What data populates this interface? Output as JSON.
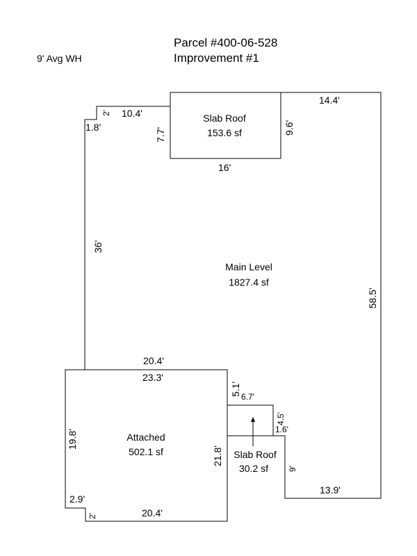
{
  "header": {
    "parcel": "Parcel #400-06-528",
    "improvement": "Improvement #1",
    "wall_height": "9' Avg WH"
  },
  "areas": {
    "slab_roof_top": {
      "name": "Slab Roof",
      "area": "153.6 sf"
    },
    "main_level": {
      "name": "Main Level",
      "area": "1827.4 sf"
    },
    "attached": {
      "name": "Attached",
      "area": "502.1 sf"
    },
    "slab_roof_small": {
      "name": "Slab Roof",
      "area": "30.2 sf"
    }
  },
  "dimensions": {
    "d_2_top": "2'",
    "d_10_4": "10.4'",
    "d_1_8": "1.8'",
    "d_7_7": "7.7'",
    "d_9_6": "9.6'",
    "d_14_4": "14.4'",
    "d_16": "16'",
    "d_36": "36'",
    "d_58_5": "58.5'",
    "d_20_4_top": "20.4'",
    "d_23_3": "23.3'",
    "d_5_1": "5.1'",
    "d_6_7": "6.7'",
    "d_4_5": "4.5'",
    "d_1_6": "1.6'",
    "d_19_8": "19.8'",
    "d_21_8": "21.8'",
    "d_9": "9'",
    "d_13_9": "13.9'",
    "d_2_9": "2.9'",
    "d_2_bottom": "2'",
    "d_20_4_bottom": "20.4'"
  }
}
